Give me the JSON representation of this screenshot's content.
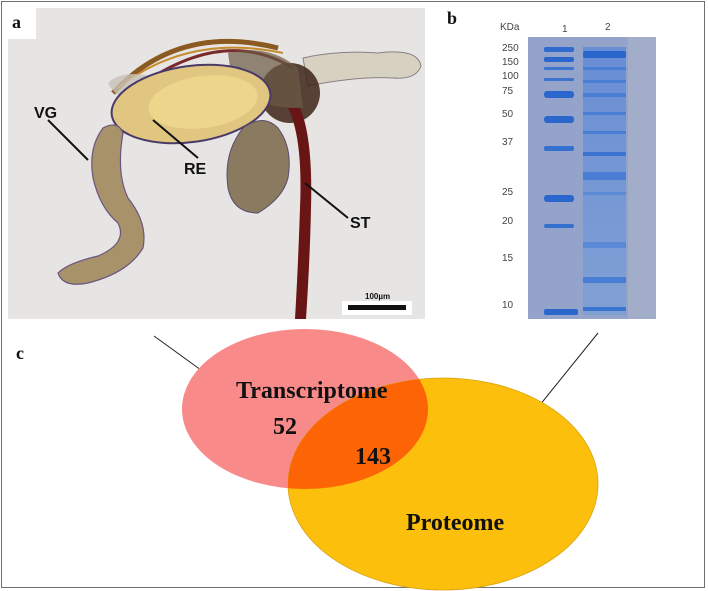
{
  "figure": {
    "panels": {
      "a": {
        "label": "a",
        "type": "microscopy-image",
        "annotations": [
          {
            "id": "VG",
            "text": "VG"
          },
          {
            "id": "RE",
            "text": "RE"
          },
          {
            "id": "ST",
            "text": "ST"
          }
        ],
        "scale_bar": {
          "text": "100µm"
        }
      },
      "b": {
        "label": "b",
        "type": "sds-page-gel",
        "unit_label": "KDa",
        "lanes": [
          "1",
          "2"
        ],
        "markers": [
          "250",
          "150",
          "100",
          "75",
          "50",
          "37",
          "25",
          "20",
          "15",
          "10"
        ]
      },
      "c": {
        "label": "c",
        "type": "venn-diagram",
        "sets": [
          {
            "name": "Transcriptome",
            "unique_count": "52",
            "color": "#f98a8a"
          },
          {
            "name": "Proteome",
            "unique_count": "",
            "color": "#fbbf0c"
          }
        ],
        "intersection": {
          "count": "143",
          "color": "#fd6406"
        }
      }
    }
  },
  "chart_data": {
    "type": "venn",
    "title": "",
    "sets": [
      "Transcriptome",
      "Proteome"
    ],
    "values": {
      "Transcriptome_only": 52,
      "Transcriptome_and_Proteome": 143
    },
    "colors": {
      "Transcriptome": "#f98a8a",
      "Proteome": "#fbbf0c",
      "intersection": "#fd6406"
    }
  }
}
